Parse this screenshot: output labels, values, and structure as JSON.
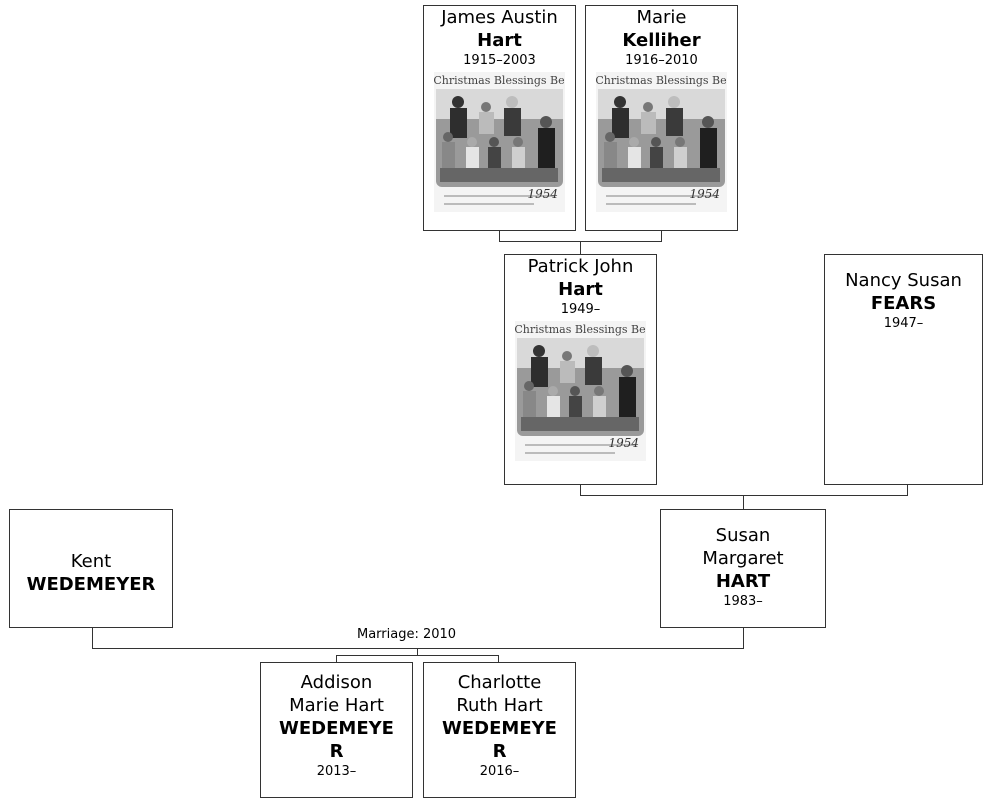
{
  "people": {
    "james": {
      "given": "James Austin",
      "surname": "Hart",
      "years": "1915–2003",
      "photo_caption": "Christmas Blessings Be",
      "photo_year": "1954"
    },
    "marie": {
      "given": "Marie",
      "surname": "Kelliher",
      "years": "1916–2010",
      "photo_caption": "Christmas Blessings Be",
      "photo_year": "1954"
    },
    "patrick": {
      "given": "Patrick John",
      "surname": "Hart",
      "years": "1949–",
      "photo_caption": "Christmas Blessings Be",
      "photo_year": "1954"
    },
    "nancy": {
      "given": "Nancy Susan",
      "surname": "FEARS",
      "years": "1947–"
    },
    "kent": {
      "given": "Kent",
      "surname": "WEDEMEYER"
    },
    "susan": {
      "given": "Susan Margaret",
      "surname": "HART",
      "years": "1983–"
    },
    "addison": {
      "given": "Addison Marie Hart",
      "surname": "WEDEMEYER",
      "years": "2013–"
    },
    "charlotte": {
      "given": "Charlotte Ruth Hart",
      "surname": "WEDEMEYER",
      "years": "2016–"
    }
  },
  "marriage_label": "Marriage: 2010"
}
